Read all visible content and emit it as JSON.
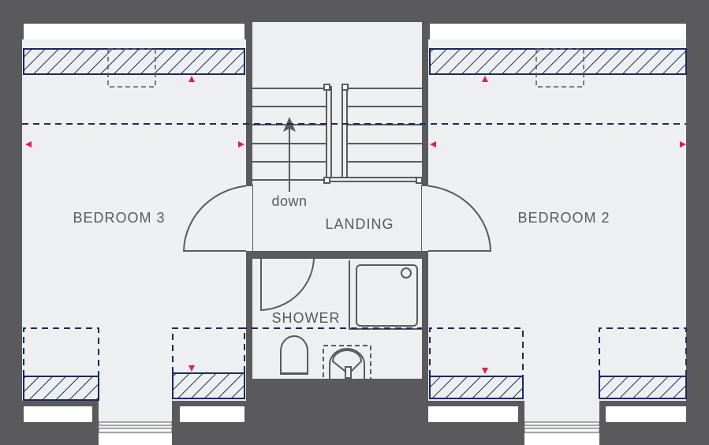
{
  "rooms": {
    "bedroom3": "BEDROOM 3",
    "landing": "LANDING",
    "bedroom2": "BEDROOM 2",
    "shower": "SHOWER"
  },
  "stairs": {
    "direction_label": "down"
  },
  "colors": {
    "wall": "#5a5a5c",
    "floor": "#eeeff1",
    "hatch": "#1b2a5c",
    "marker": "#e8195a"
  }
}
